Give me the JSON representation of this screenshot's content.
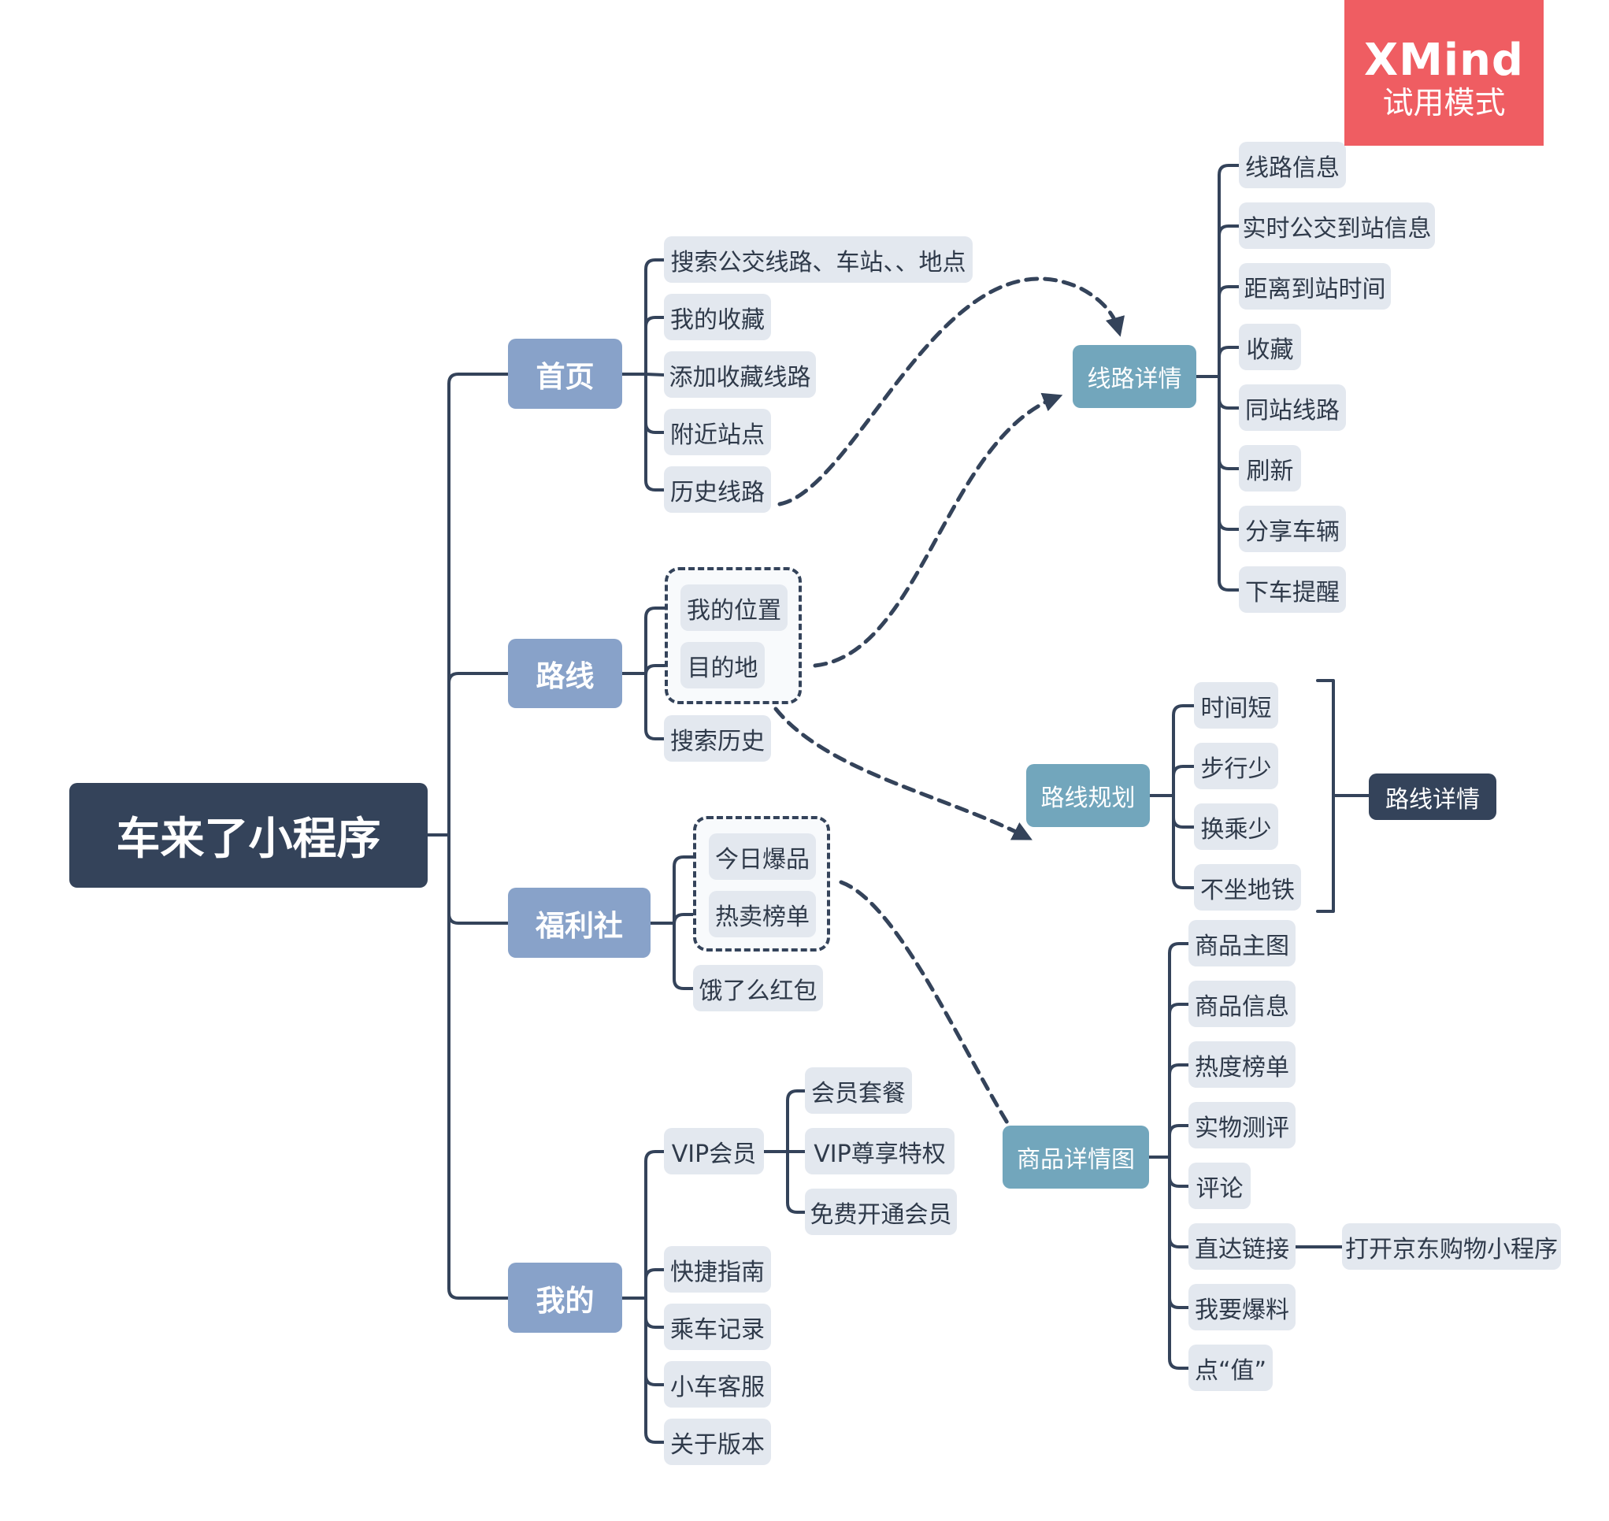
{
  "watermark": {
    "logo": "XMind",
    "subtitle": "试用模式"
  },
  "root": "车来了小程序",
  "branches": {
    "home": {
      "label": "首页",
      "items": [
        "搜索公交线路、车站、、地点",
        "我的收藏",
        "添加收藏线路",
        "附近站点",
        "历史线路"
      ]
    },
    "route": {
      "label": "路线",
      "items": [
        "我的位置",
        "目的地",
        "搜索历史"
      ]
    },
    "welfare": {
      "label": "福利社",
      "items": [
        "今日爆品",
        "热卖榜单",
        "饿了么红包"
      ]
    },
    "mine": {
      "label": "我的",
      "vip": {
        "label": "VIP会员",
        "items": [
          "会员套餐",
          "VIP尊享特权",
          "免费开通会员"
        ]
      },
      "items": [
        "快捷指南",
        "乘车记录",
        "小车客服",
        "关于版本"
      ]
    }
  },
  "floating": {
    "line_detail": {
      "label": "线路详情",
      "items": [
        "线路信息",
        "实时公交到站信息",
        "距离到站时间",
        "收藏",
        "同站线路",
        "刷新",
        "分享车辆",
        "下车提醒"
      ]
    },
    "route_plan": {
      "label": "路线规划",
      "items": [
        "时间短",
        "步行少",
        "换乘少",
        "不坐地铁"
      ],
      "summary": "路线详情"
    },
    "product_detail": {
      "label": "商品详情图",
      "items": [
        "商品主图",
        "商品信息",
        "热度榜单",
        "实物测评",
        "评论",
        "直达链接",
        "我要爆料",
        "点“值”"
      ],
      "link_child": "打开京东购物小程序"
    }
  }
}
